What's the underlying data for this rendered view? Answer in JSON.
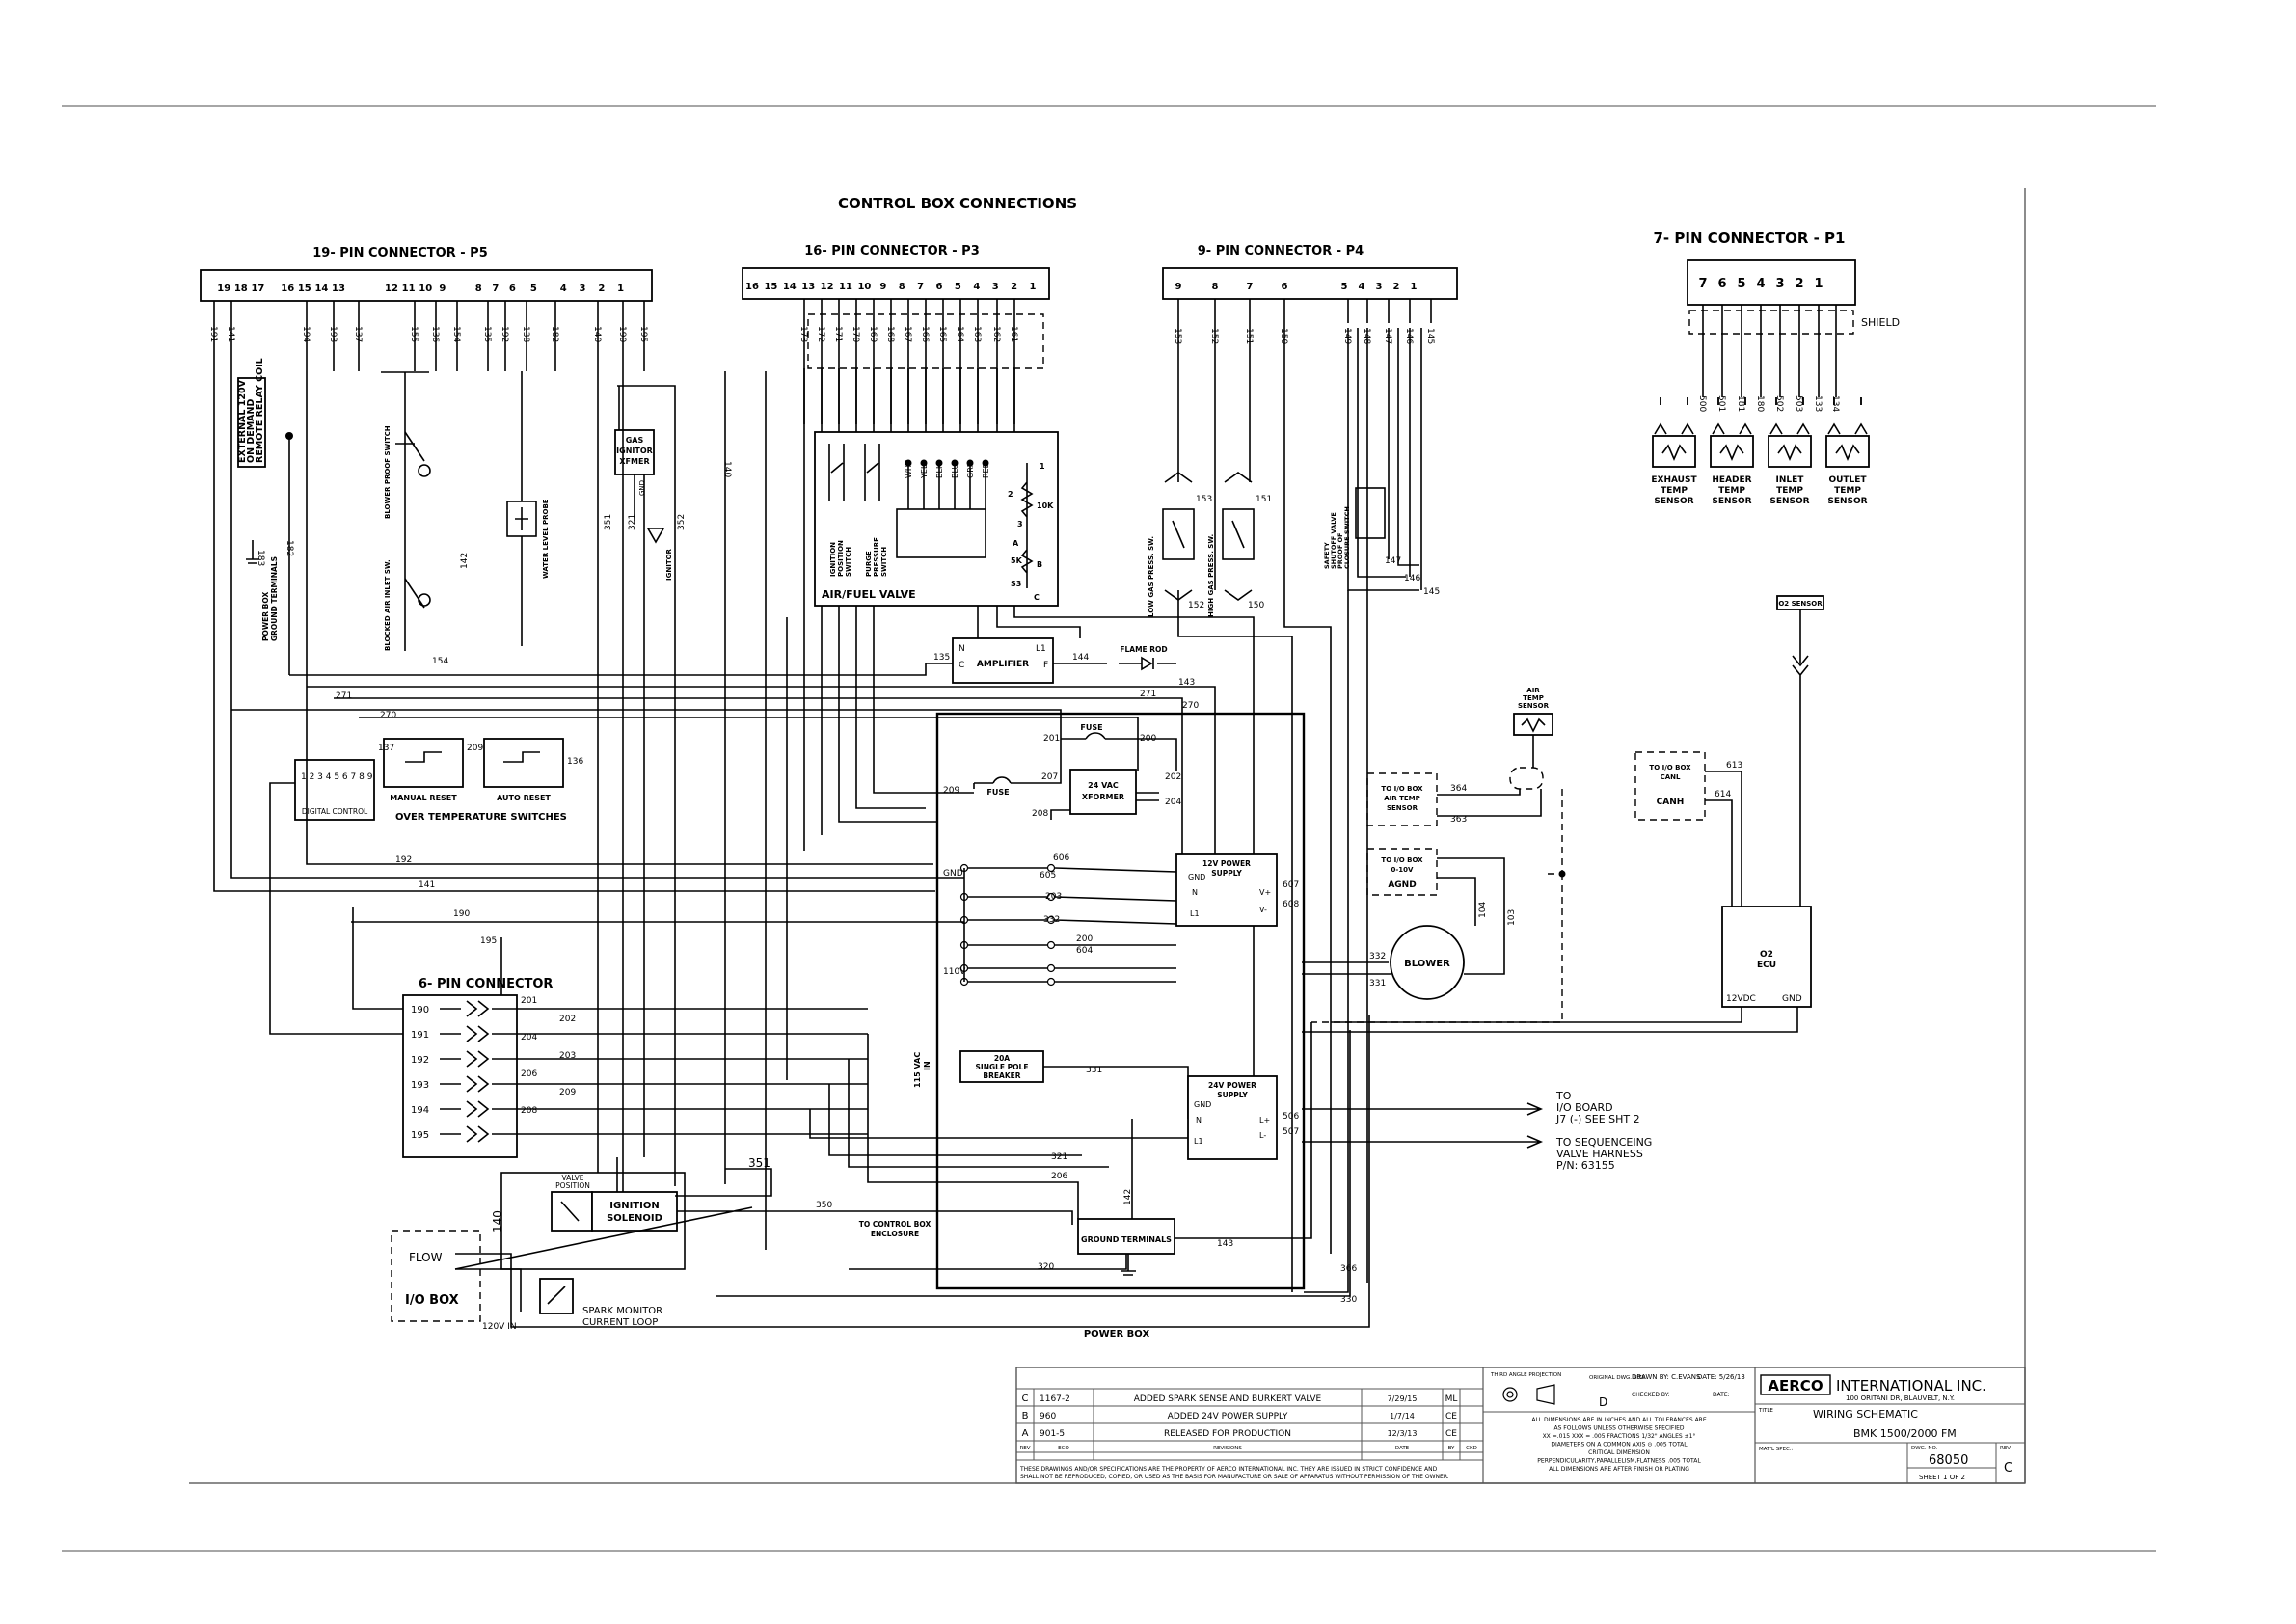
{
  "title": "CONTROL BOX CONNECTIONS",
  "connectors": {
    "p5": {
      "label": "19- PIN CONNECTOR - P5",
      "pins": [
        "19",
        "18",
        "17",
        "16",
        "15",
        "14",
        "13",
        "12",
        "11",
        "10",
        "9",
        "8",
        "7",
        "6",
        "5",
        "4",
        "3",
        "2",
        "1"
      ]
    },
    "p3": {
      "label": "16- PIN CONNECTOR - P3",
      "pins": [
        "16",
        "15",
        "14",
        "13",
        "12",
        "11",
        "10",
        "9",
        "8",
        "7",
        "6",
        "5",
        "4",
        "3",
        "2",
        "1"
      ]
    },
    "p4": {
      "label": "9- PIN CONNECTOR - P4",
      "pins": [
        "9",
        "8",
        "7",
        "6",
        "5",
        "4",
        "3",
        "2",
        "1"
      ]
    },
    "p1": {
      "label": "7- PIN CONNECTOR - P1",
      "pins": [
        "7",
        "6",
        "5",
        "4",
        "3",
        "2",
        "1"
      ],
      "shield": "SHIELD"
    }
  },
  "wire_numbers": {
    "p5": [
      "191",
      "141",
      "194",
      "193",
      "137",
      "155",
      "136",
      "154",
      "135",
      "192",
      "138",
      "182",
      "140",
      "190",
      "195"
    ],
    "p3": [
      "173",
      "172",
      "171",
      "170",
      "169",
      "168",
      "167",
      "166",
      "165",
      "164",
      "163",
      "162",
      "161"
    ],
    "p4": [
      "153",
      "152",
      "151",
      "150",
      "149",
      "148",
      "147",
      "146",
      "145"
    ],
    "p1": [
      "500",
      "501",
      "181",
      "180",
      "502",
      "503",
      "133",
      "134"
    ]
  },
  "temp_sensors": [
    {
      "lines": [
        "EXHAUST",
        "TEMP",
        "SENSOR"
      ]
    },
    {
      "lines": [
        "HEADER",
        "TEMP",
        "SENSOR"
      ]
    },
    {
      "lines": [
        "INLET",
        "TEMP",
        "SENSOR"
      ]
    },
    {
      "lines": [
        "OUTLET",
        "TEMP",
        "SENSOR"
      ]
    }
  ],
  "labels": {
    "external_relay": [
      "EXTERNAL 120V",
      "ON DEMAND",
      "REMOTE RELAY COIL"
    ],
    "power_box_ground": [
      "POWER BOX",
      "GROUND TERMINALS"
    ],
    "blower_proof": "BLOWER PROOF SWITCH",
    "blocked_air": "BLOCKED AIR INLET SW.",
    "water_level": "WATER LEVEL PROBE",
    "gas_ignitor": [
      "GAS",
      "IGNITOR",
      "XFMER"
    ],
    "ignitor": "IGNITOR",
    "gnd": "GND",
    "ignition_position": [
      "IGNITION",
      "POSITION",
      "SWITCH"
    ],
    "purge_pressure": [
      "PURGE",
      "PRESSURE",
      "SWITCH"
    ],
    "air_fuel_valve": "AIR/FUEL VALVE",
    "valve_colors": [
      "WHT",
      "YEL",
      "BLK",
      "BLU",
      "GRN",
      "RED"
    ],
    "pot": [
      "1",
      "2",
      "10K",
      "3",
      "A",
      "5K",
      "B",
      "S3",
      "C"
    ],
    "low_gas": "LOW GAS PRESS. SW.",
    "high_gas": "HIGH GAS PRESS. SW.",
    "safety_shutoff": [
      "SAFETY",
      "SHUTOFF VALVE",
      "PROOF OF",
      "CLOSURE SWITCH"
    ],
    "o2_sensor": "O2 SENSOR",
    "amplifier": "AMPLIFIER",
    "amp_pins": [
      "N",
      "L1",
      "C",
      "F"
    ],
    "flame_rod": "FLAME ROD",
    "air_temp_sensor": [
      "AIR",
      "TEMP",
      "SENSOR"
    ],
    "to_io_air": [
      "TO I/O BOX",
      "AIR TEMP",
      "SENSOR"
    ],
    "to_io_010": [
      "TO I/O BOX",
      "0-10V"
    ],
    "agnd": "AGND",
    "to_io_canl": [
      "TO I/O BOX",
      "CANL"
    ],
    "canh": "CANH",
    "o2_ecu": [
      "O2",
      "ECU"
    ],
    "ecu_pins": [
      "12VDC",
      "GND"
    ],
    "digital_control": "DIGITAL CONTROL",
    "digital_pins": "1 2 3 4 5 6 7 8 9",
    "manual_reset": "MANUAL RESET",
    "auto_reset": "AUTO RESET",
    "over_temp": "OVER TEMPERATURE SWITCHES",
    "fuse": "FUSE",
    "xformer": [
      "24 VAC",
      "XFORMER"
    ],
    "ps12": [
      "12V POWER",
      "SUPPLY"
    ],
    "ps24": [
      "24V POWER",
      "SUPPLY"
    ],
    "ps_pins": [
      "GND",
      "N",
      "L1",
      "V+",
      "V-",
      "L+",
      "L-"
    ],
    "gnd_strip": "GND",
    "v110": "110V",
    "vac115": [
      "115 VAC",
      "IN"
    ],
    "breaker": [
      "20A",
      "SINGLE POLE",
      "BREAKER"
    ],
    "blower": "BLOWER",
    "six_pin": "6- PIN CONNECTOR",
    "six_pin_wires": [
      "190",
      "191",
      "192",
      "193",
      "194",
      "195"
    ],
    "six_pin_out": [
      "201",
      "202",
      "204",
      "203",
      "206",
      "209",
      "208"
    ],
    "to_io_board": [
      "TO",
      "I/O BOARD",
      "J7 (-) SEE SHT 2"
    ],
    "to_seq": [
      "TO SEQUENCEING",
      "VALVE HARNESS",
      "P/N: 63155"
    ],
    "to_control_box": [
      "TO CONTROL BOX",
      "ENCLOSURE"
    ],
    "ground_terminals": "GROUND TERMINALS",
    "power_box": "POWER BOX",
    "valve_position": [
      "VALVE",
      "POSITION"
    ],
    "ignition_solenoid": [
      "IGNITION",
      "SOLENOID"
    ],
    "flow": "FLOW",
    "io_box": "I/O BOX",
    "v120_in": "120V IN",
    "spark_monitor": [
      "SPARK MONITOR",
      "CURRENT LOOP"
    ]
  },
  "wire_labels": {
    "w135": "135",
    "w144": "144",
    "w143": "143",
    "w142": "142",
    "w271": "271",
    "w270": "270",
    "w137": "137",
    "w209": "209",
    "w136": "136",
    "w192": "192",
    "w141": "141",
    "w190": "190",
    "w195": "195",
    "w201": "201",
    "w200": "200",
    "w207": "207",
    "w202": "202",
    "w204": "204",
    "w208": "208",
    "w209b": "209",
    "w606": "606",
    "w605": "605",
    "w203": "203",
    "w332": "332",
    "w200b": "200",
    "w604": "604",
    "w607": "607",
    "w608": "608",
    "w331": "331",
    "w332b": "332",
    "w506": "506",
    "w507": "507",
    "w321": "321",
    "w206": "206",
    "w320": "320",
    "w366": "366",
    "w330": "330",
    "w143b": "143",
    "w142b": "142",
    "w350": "350",
    "w351": "351",
    "w140": "140",
    "w364": "364",
    "w363": "363",
    "w104": "104",
    "w103": "103",
    "w613": "613",
    "w614": "614",
    "w183": "183",
    "w182": "182",
    "w142c": "142",
    "w351b": "351",
    "w321b": "321",
    "w352": "352",
    "w140b": "140",
    "w147": "147",
    "w146": "146",
    "w145": "145",
    "w152": "152",
    "w150": "150",
    "w153": "153",
    "w151": "151"
  },
  "title_block": {
    "revisions": [
      {
        "rev": "C",
        "eco": "1167-2",
        "desc": "ADDED SPARK SENSE AND BURKERT VALVE",
        "date": "7/29/15",
        "by": "ML"
      },
      {
        "rev": "B",
        "eco": "960",
        "desc": "ADDED 24V POWER SUPPLY",
        "date": "1/7/14",
        "by": "CE"
      },
      {
        "rev": "A",
        "eco": "901-5",
        "desc": "RELEASED FOR PRODUCTION",
        "date": "12/3/13",
        "by": "CE"
      }
    ],
    "rev_headers": [
      "REV",
      "ECO",
      "REVISIONS",
      "DATE",
      "BY",
      "CKD"
    ],
    "notice": [
      "THESE DRAWINGS AND/OR SPECIFICATIONS ARE THE PROPERTY OF AERCO INTERNATIONAL INC. THEY ARE ISSUED IN STRICT CONFIDENCE AND",
      "SHALL NOT BE REPRODUCED, COPIED, OR USED AS THE BASIS FOR MANUFACTURE OR SALE OF APPARATUS WITHOUT PERMISSION OF THE OWNER."
    ],
    "projection": "THIRD ANGLE PROJECTION",
    "size_label": "ORIGINAL DWG. SIZE",
    "size": "D",
    "drawn_by": "DRAWN BY: C.EVANS",
    "drawn_date": "DATE: 5/26/13",
    "checked": "CHECKED BY:",
    "checked_date": "DATE:",
    "tolerances": [
      "ALL DIMENSIONS ARE IN INCHES AND ALL TOLERANCES ARE",
      "AS FOLLOWS UNLESS OTHERWISE SPECIFIED",
      "XX =.015 XXX = .005 FRACTIONS 1/32\" ANGLES ±1°",
      "DIAMETERS ON A COMMON AXIS ⊙ .005 TOTAL",
      "CRITICAL DIMENSION",
      "PERPENDICULARITY,PARALLELISM,FLATNESS .005 TOTAL",
      "ALL DIMENSIONS ARE AFTER FINISH OR PLATING"
    ],
    "logo": "AERCO",
    "company": "INTERNATIONAL INC.",
    "address": "100 ORITANI DR, BLAUVELT, N.Y.",
    "title_label": "TITLE",
    "title1": "WIRING SCHEMATIC",
    "title2": "BMK 1500/2000 FM",
    "matl_label": "MAT'L SPEC.:",
    "dwg_label": "DWG. NO.",
    "dwg_no": "68050",
    "rev_label": "REV",
    "rev": "C",
    "sheet": "SHEET 1 OF 2"
  }
}
